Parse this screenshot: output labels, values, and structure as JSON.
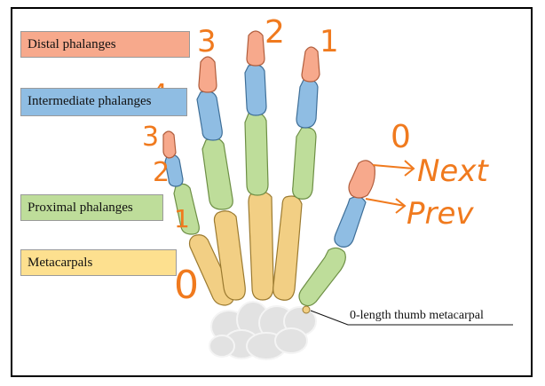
{
  "legend": {
    "distal": "Distal phalanges",
    "intermediate": "Intermediate phalanges",
    "proximal": "Proximal phalanges",
    "metacarpals": "Metacarpals"
  },
  "callout": "0-length thumb metacarpal",
  "handwriting": {
    "thumb_index": "0",
    "next": "Next",
    "prev": "Prev",
    "index_top": "1",
    "middle_top": "2",
    "ring_top": "3",
    "pinky_top": "3",
    "ring_intermediate": "4",
    "pinky_intermediate": "2",
    "pinky_proximal": "1",
    "pinky_metacarpal": "0"
  },
  "colors": {
    "distal": "#f7a98c",
    "intermediate": "#8fbde3",
    "proximal": "#bedd9a",
    "metacarpal": "#f2cf84",
    "carpal": "#e3e3e3",
    "annotation": "#f07a1e"
  }
}
